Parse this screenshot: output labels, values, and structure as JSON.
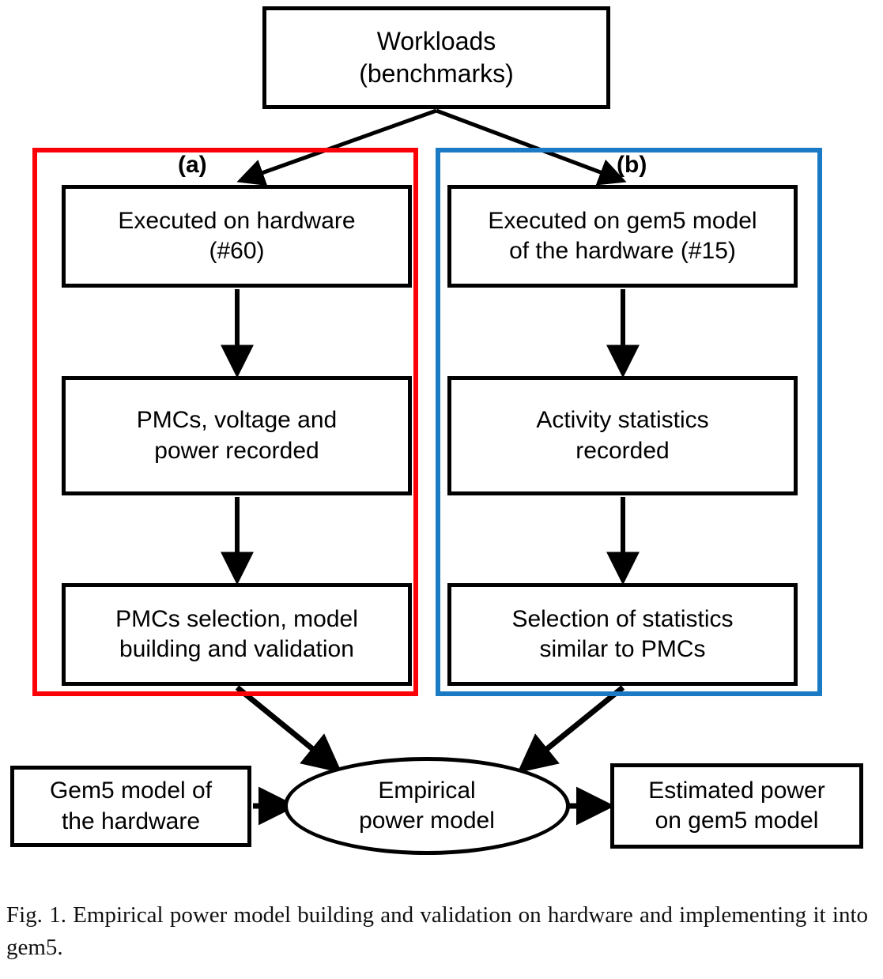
{
  "figure": {
    "nodes": {
      "workloads": "Workloads\n(benchmarks)",
      "executed_on_hardware": "Executed on hardware\n(#60)",
      "pmcs_recorded": "PMCs, voltage and\npower recorded",
      "pmcs_selection": "PMCs selection, model\nbuilding and validation",
      "executed_on_gem5": "Executed on gem5 model\nof the hardware (#15)",
      "activity_statistics": "Activity statistics\nrecorded",
      "selection_of_statistics": "Selection of statistics\nsimilar to PMCs",
      "gem5_model": "Gem5 model of\nthe hardware",
      "empirical_power_model": "Empirical\npower model",
      "estimated_power": "Estimated power\non gem5 model"
    },
    "groups": {
      "a_label": "(a)",
      "b_label": "(b)",
      "a_color": "#fb0007",
      "b_color": "#1a7ac4"
    },
    "caption": "Fig. 1.   Empirical power model building and validation on hardware and implementing it into gem5."
  }
}
